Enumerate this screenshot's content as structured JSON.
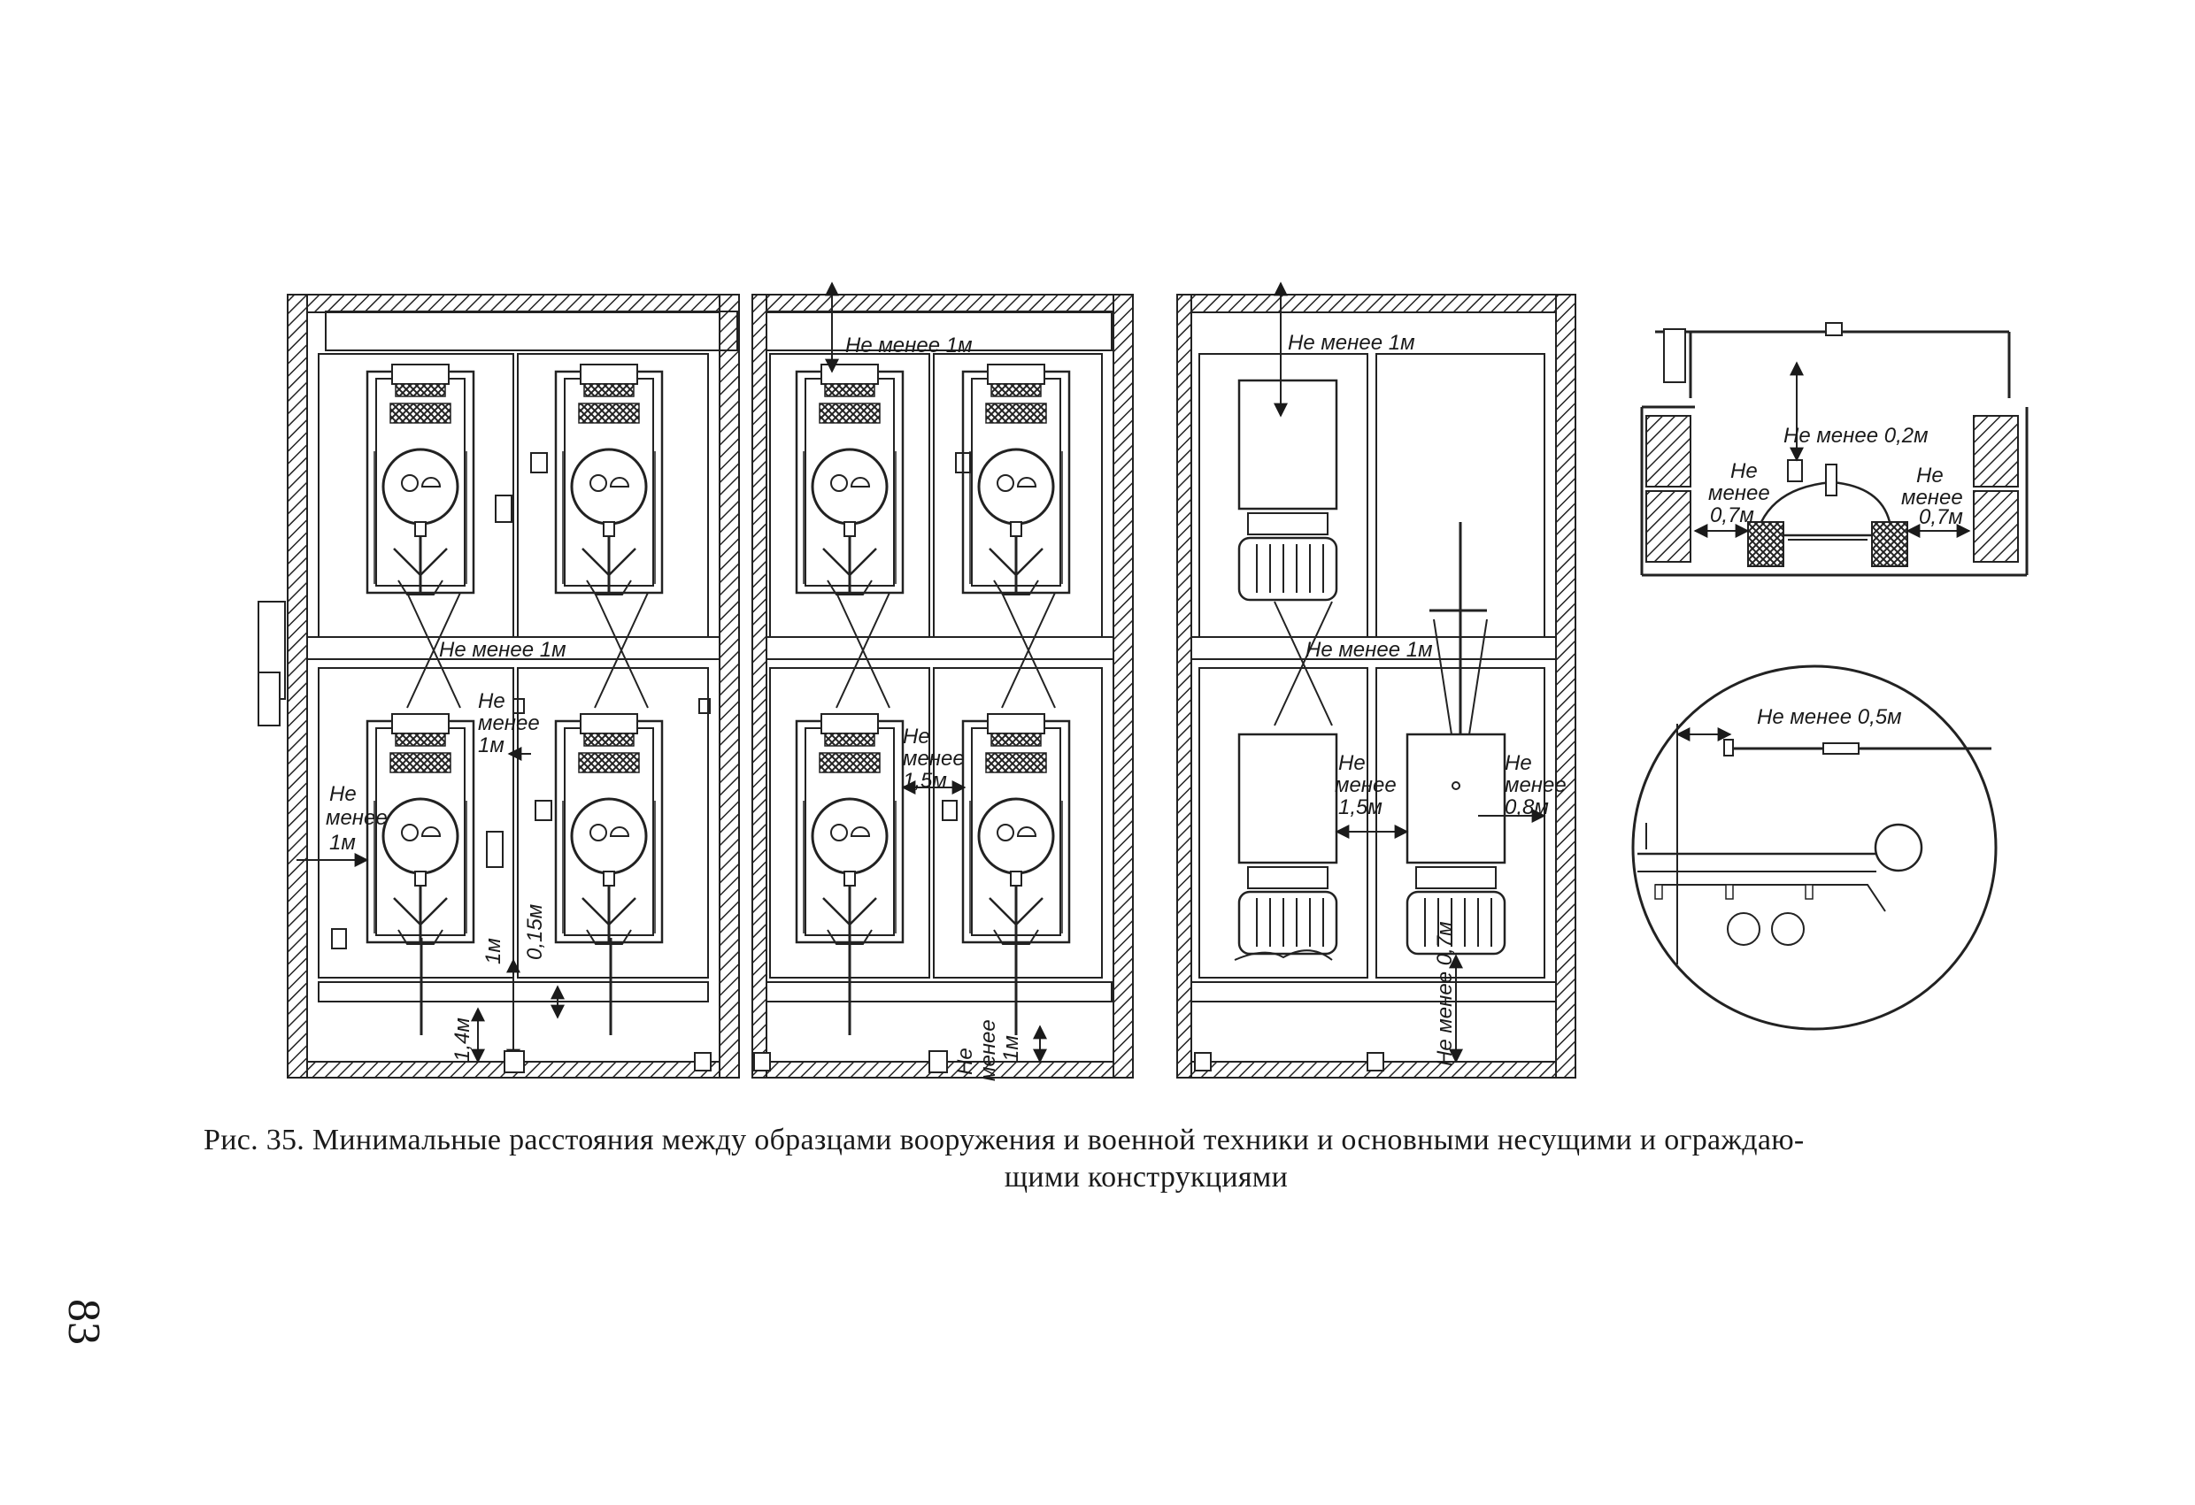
{
  "figure": {
    "labels": {
      "not_less_1m_top_mid": "Не менее 1м",
      "not_less_1m_top_right": "Не менее 1м",
      "not_less_1m_aisle_left": "Не менее 1м",
      "not_less_1m_aisle_right": "Не менее 1м",
      "ne": "Не",
      "menee": "менее",
      "m1": "1м",
      "m15": "1,5м",
      "m08": "0,8м",
      "m07": "0,7м",
      "dim_1_4m": "1,4м",
      "dim_1m": "1м",
      "dim_015m": "0,15м",
      "dim_ne_menee_07m": "Не менее 0,7м",
      "not_less_02m": "Не менее 0,2м",
      "not_less_05m": "Не менее 0,5м"
    }
  },
  "caption": {
    "line1": "Рис. 35. Минимальные расстояния между образцами вооружения  и военной техники и основными несущими и ограждаю-",
    "line2": "щими конструкциями"
  },
  "page_number": "83"
}
